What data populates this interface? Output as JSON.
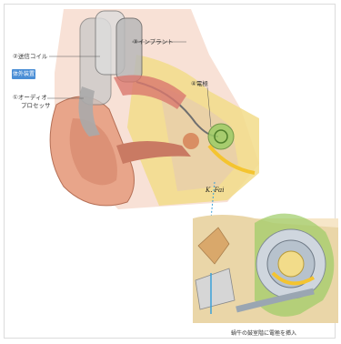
{
  "labels": {
    "transmit_coil": "②送信コイル",
    "implant": "③インプラント",
    "external_device": "体外装置",
    "audio_processor_1": "①オーディオ",
    "audio_processor_2": "プロセッサ",
    "electrode": "④電極",
    "caption": "蝸牛の鼓室階に電極を挿入",
    "signature": "K. Fai"
  },
  "colors": {
    "badge": "#4a8ed6",
    "skin": "#e8b39a",
    "bone": "#f2dc8a",
    "nerve": "#f4c430",
    "cochlea_green": "#9ccc65",
    "electrode_blue": "#3aa0d8"
  },
  "icons": {
    "skull_illustration": "ear-cross-section",
    "cochlea_closeup": "cochlea-inset"
  }
}
